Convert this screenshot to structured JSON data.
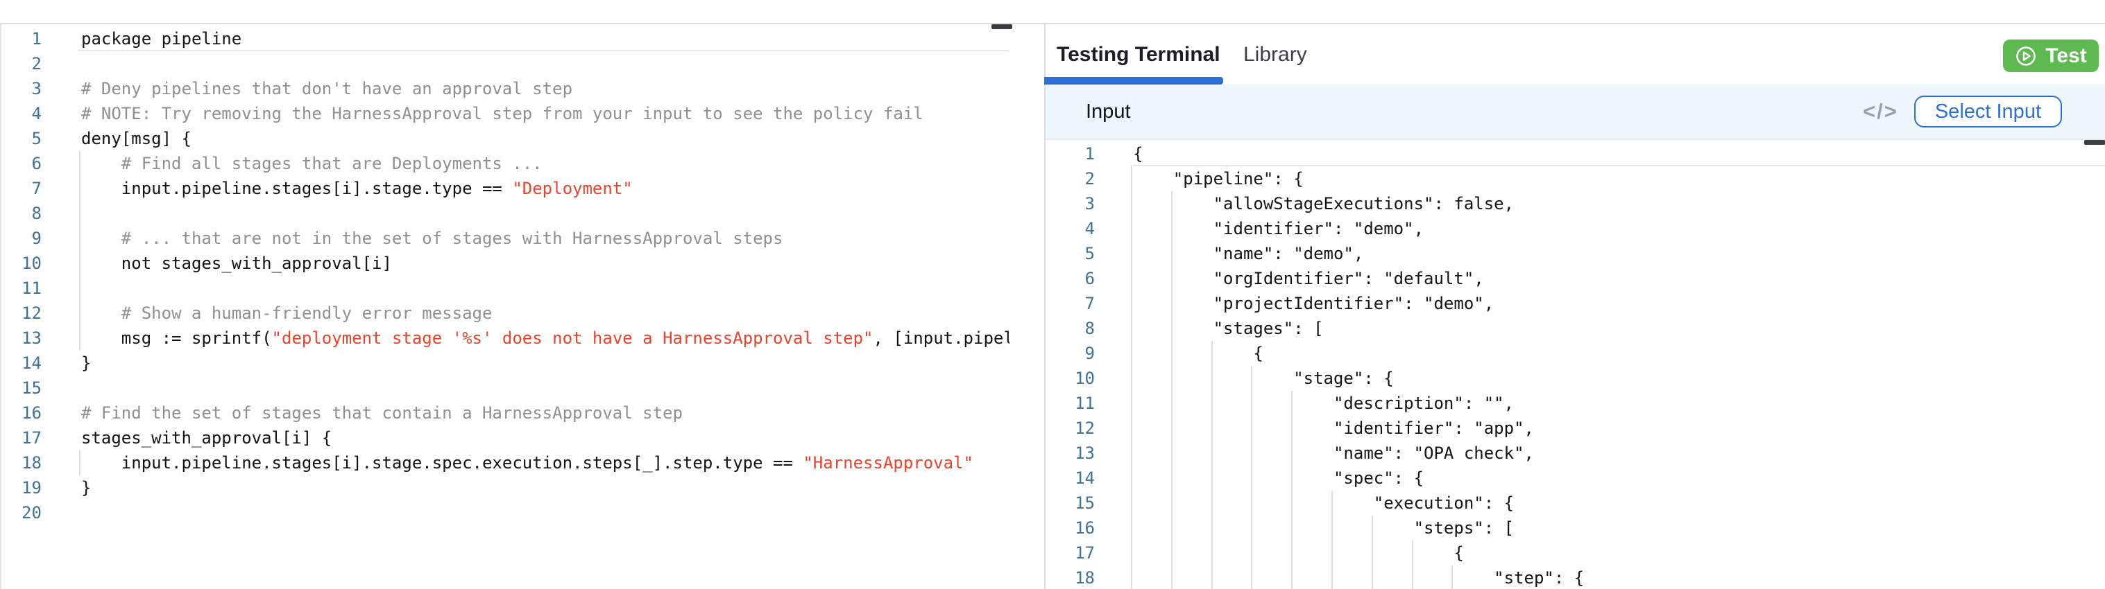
{
  "colors": {
    "accent_blue": "#2b70d9",
    "test_green": "#5eb950",
    "string_red": "#e8432d",
    "comment_gray": "#8f8f8f",
    "line_number_teal": "#3f7392",
    "input_row_bg": "#eef7fd"
  },
  "right_panel": {
    "tabs": [
      {
        "label": "Testing Terminal",
        "active": true
      },
      {
        "label": "Library",
        "active": false
      }
    ],
    "test_button": {
      "label": "Test"
    },
    "input_header": {
      "title": "Input",
      "code_icon": "</>",
      "select_button": "Select Input"
    }
  },
  "left_editor": {
    "lines": [
      {
        "active": true,
        "guides": 0,
        "seg": [
          [
            "k",
            "package pipeline"
          ]
        ]
      },
      {
        "guides": 0,
        "seg": []
      },
      {
        "guides": 0,
        "seg": [
          [
            "c",
            "# Deny pipelines that don't have an approval step"
          ]
        ]
      },
      {
        "guides": 0,
        "seg": [
          [
            "c",
            "# NOTE: Try removing the HarnessApproval step from your input to see the policy fail"
          ]
        ]
      },
      {
        "guides": 0,
        "seg": [
          [
            "k",
            "deny[msg] {"
          ]
        ]
      },
      {
        "guides": 1,
        "seg": [
          [
            "c",
            "    # Find all stages that are Deployments ..."
          ]
        ]
      },
      {
        "guides": 1,
        "seg": [
          [
            "k",
            "    input.pipeline.stages[i].stage.type == "
          ],
          [
            "s",
            "\"Deployment\""
          ]
        ]
      },
      {
        "guides": 1,
        "seg": []
      },
      {
        "guides": 1,
        "seg": [
          [
            "c",
            "    # ... that are not in the set of stages with HarnessApproval steps"
          ]
        ]
      },
      {
        "guides": 1,
        "seg": [
          [
            "k",
            "    not stages_with_approval[i]"
          ]
        ]
      },
      {
        "guides": 1,
        "seg": []
      },
      {
        "guides": 1,
        "seg": [
          [
            "c",
            "    # Show a human-friendly error message"
          ]
        ]
      },
      {
        "guides": 1,
        "seg": [
          [
            "k",
            "    msg := sprintf("
          ],
          [
            "s",
            "\"deployment stage '%s' does not have a HarnessApproval step\""
          ],
          [
            "k",
            ", [input.pipel"
          ]
        ]
      },
      {
        "guides": 0,
        "seg": [
          [
            "k",
            "}"
          ]
        ]
      },
      {
        "guides": 0,
        "seg": []
      },
      {
        "guides": 0,
        "seg": [
          [
            "c",
            "# Find the set of stages that contain a HarnessApproval step"
          ]
        ]
      },
      {
        "guides": 0,
        "seg": [
          [
            "k",
            "stages_with_approval[i] {"
          ]
        ]
      },
      {
        "guides": 1,
        "seg": [
          [
            "k",
            "    input.pipeline.stages[i].stage.spec.execution.steps[_].step.type == "
          ],
          [
            "s",
            "\"HarnessApproval\""
          ]
        ]
      },
      {
        "guides": 0,
        "seg": [
          [
            "k",
            "}"
          ]
        ]
      },
      {
        "guides": 0,
        "seg": []
      }
    ]
  },
  "json_editor": {
    "lines": [
      {
        "active": true,
        "guides": 0,
        "seg": [
          [
            "k",
            "{"
          ]
        ]
      },
      {
        "guides": 1,
        "seg": [
          [
            "k",
            "    \"pipeline\": {"
          ]
        ]
      },
      {
        "guides": 2,
        "seg": [
          [
            "k",
            "        \"allowStageExecutions\": false,"
          ]
        ]
      },
      {
        "guides": 2,
        "seg": [
          [
            "k",
            "        \"identifier\": \"demo\","
          ]
        ]
      },
      {
        "guides": 2,
        "seg": [
          [
            "k",
            "        \"name\": \"demo\","
          ]
        ]
      },
      {
        "guides": 2,
        "seg": [
          [
            "k",
            "        \"orgIdentifier\": \"default\","
          ]
        ]
      },
      {
        "guides": 2,
        "seg": [
          [
            "k",
            "        \"projectIdentifier\": \"demo\","
          ]
        ]
      },
      {
        "guides": 2,
        "seg": [
          [
            "k",
            "        \"stages\": ["
          ]
        ]
      },
      {
        "guides": 3,
        "seg": [
          [
            "k",
            "            {"
          ]
        ]
      },
      {
        "guides": 4,
        "seg": [
          [
            "k",
            "                \"stage\": {"
          ]
        ]
      },
      {
        "guides": 5,
        "seg": [
          [
            "k",
            "                    \"description\": \"\","
          ]
        ]
      },
      {
        "guides": 5,
        "seg": [
          [
            "k",
            "                    \"identifier\": \"app\","
          ]
        ]
      },
      {
        "guides": 5,
        "seg": [
          [
            "k",
            "                    \"name\": \"OPA check\","
          ]
        ]
      },
      {
        "guides": 5,
        "seg": [
          [
            "k",
            "                    \"spec\": {"
          ]
        ]
      },
      {
        "guides": 6,
        "seg": [
          [
            "k",
            "                        \"execution\": {"
          ]
        ]
      },
      {
        "guides": 7,
        "seg": [
          [
            "k",
            "                            \"steps\": ["
          ]
        ]
      },
      {
        "guides": 8,
        "seg": [
          [
            "k",
            "                                {"
          ]
        ]
      },
      {
        "guides": 9,
        "seg": [
          [
            "k",
            "                                    \"step\": {"
          ]
        ]
      }
    ]
  }
}
